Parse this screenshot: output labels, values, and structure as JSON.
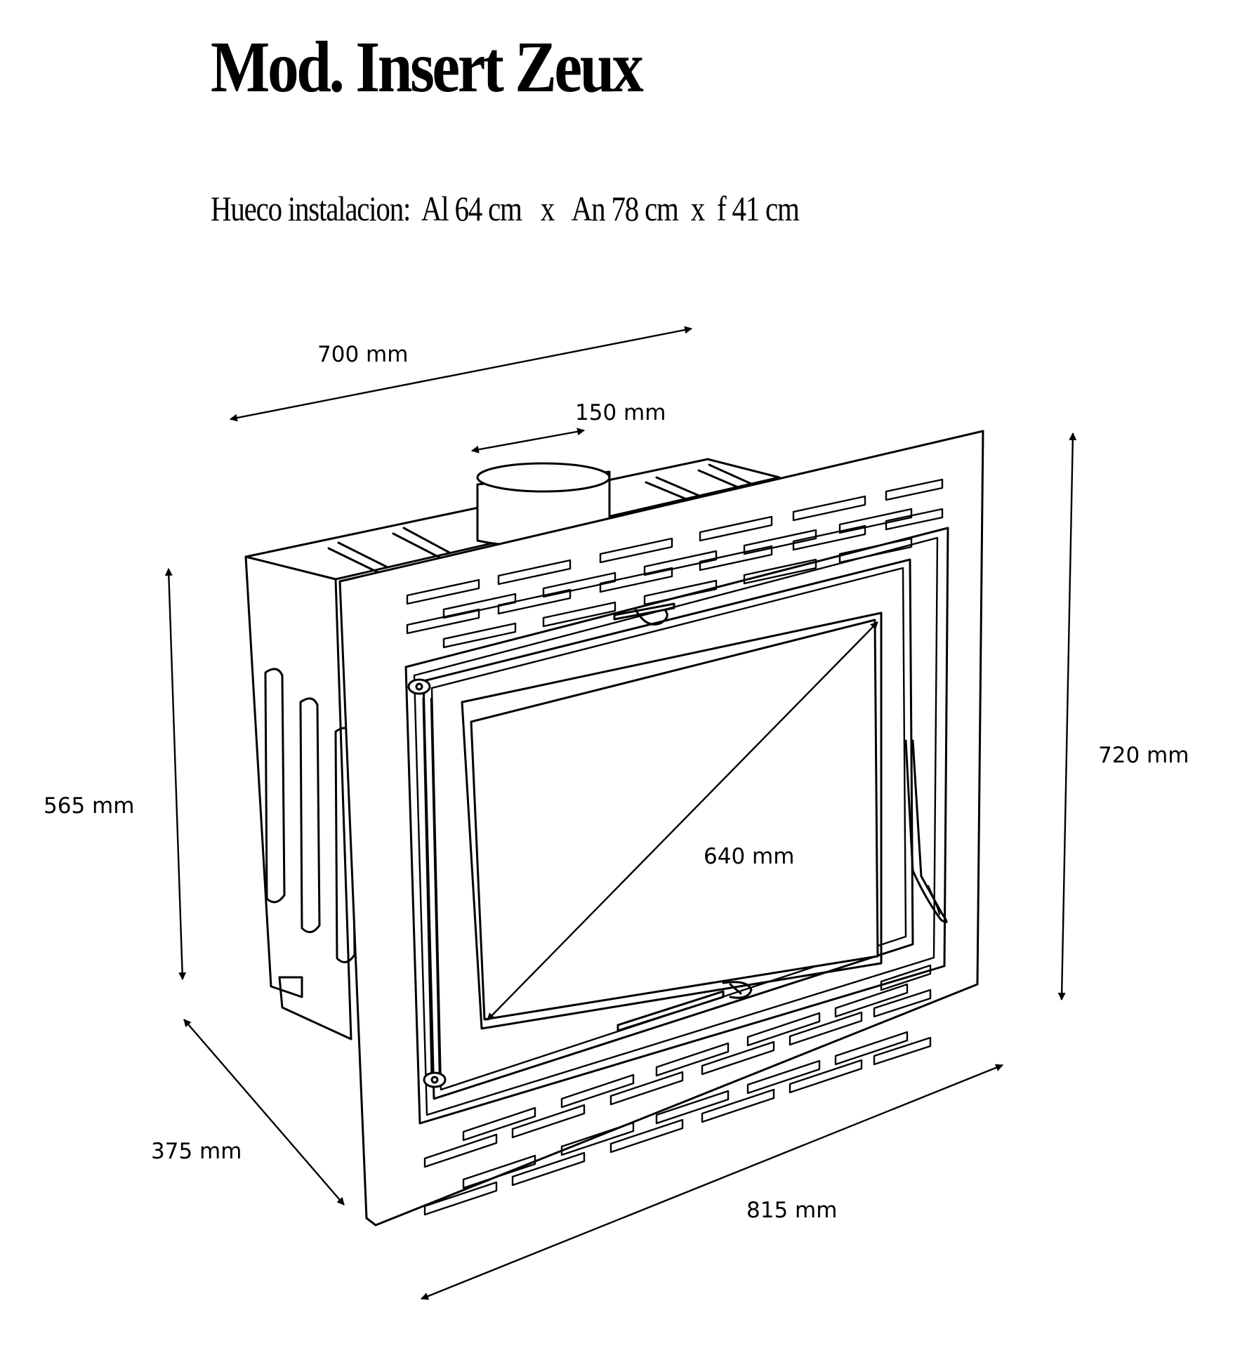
{
  "title": "Mod.  Insert Zeux",
  "installation": {
    "label": "Hueco instalacion:",
    "height": "Al 64 cm",
    "sep1": "x",
    "width": "An 78 cm",
    "sep2": "x",
    "depth": "f 41 cm"
  },
  "dimensions": {
    "top_width": "700 mm",
    "flue_diameter": "150 mm",
    "front_height": "720 mm",
    "body_height": "565 mm",
    "glass_diagonal": "640 mm",
    "depth": "375 mm",
    "front_width": "815 mm"
  }
}
